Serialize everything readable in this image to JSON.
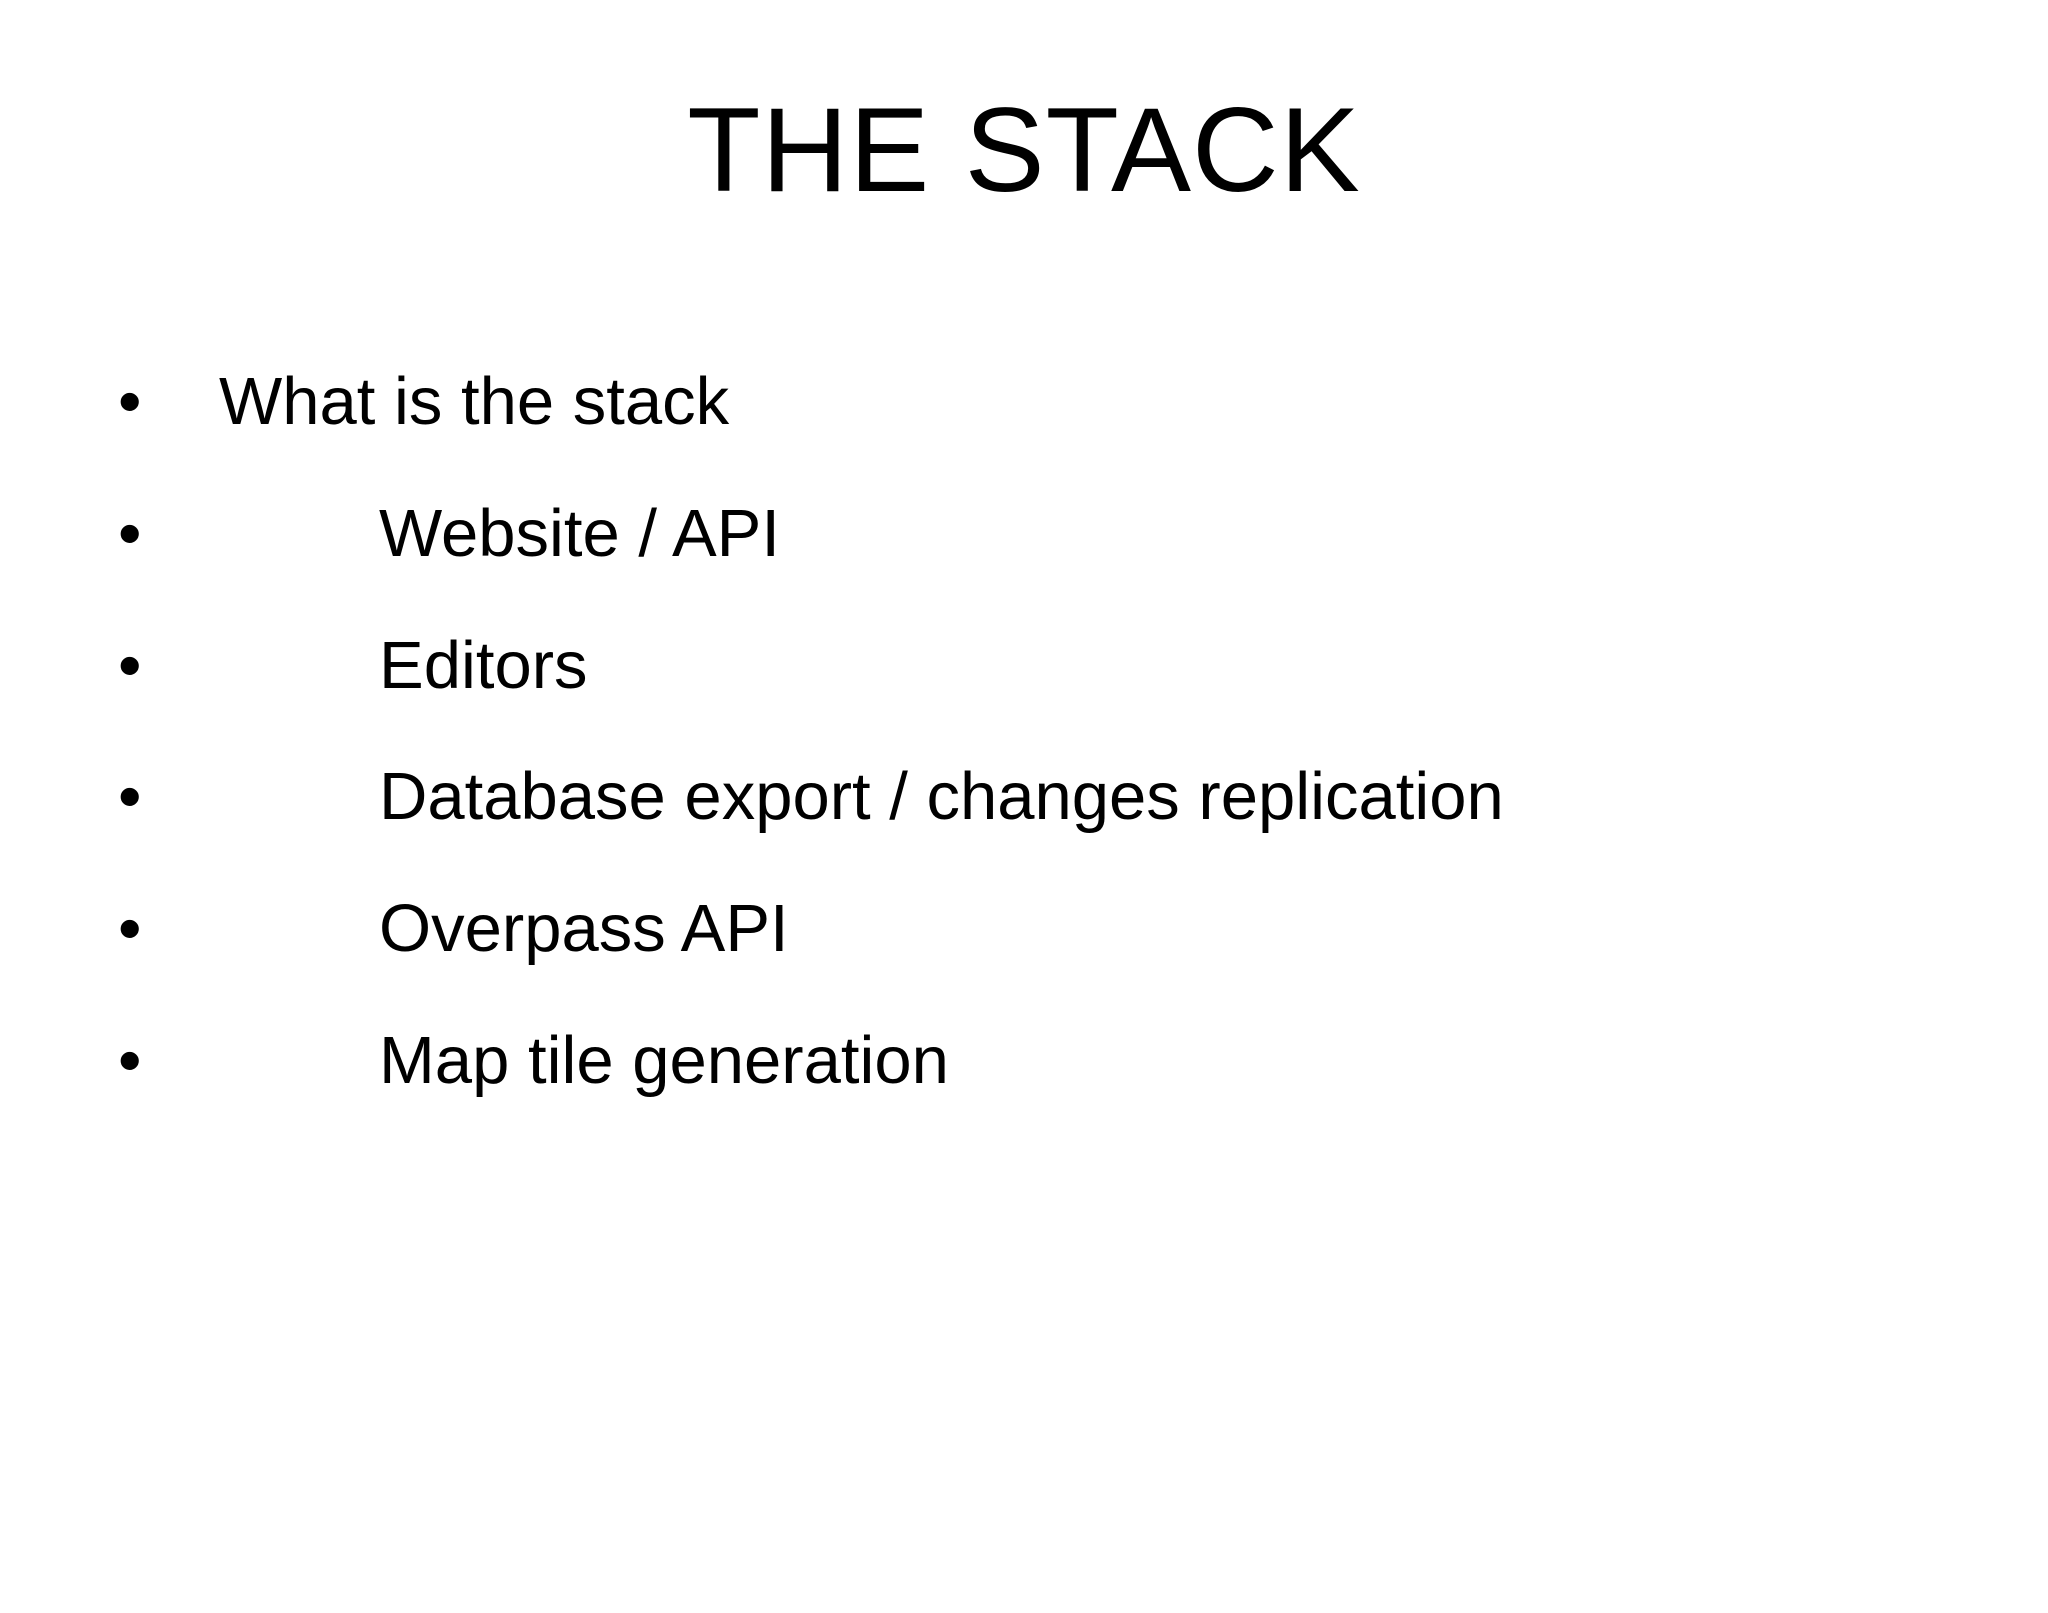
{
  "slide": {
    "title": "THE STACK",
    "bullet_char": "•",
    "bullets": [
      {
        "label": "What is the stack",
        "indent": 0
      },
      {
        "label": "Website / API",
        "indent": 1
      },
      {
        "label": "Editors",
        "indent": 1
      },
      {
        "label": "Database export / changes replication",
        "indent": 1
      },
      {
        "label": "Overpass API",
        "indent": 1
      },
      {
        "label": "Map tile generation",
        "indent": 1
      }
    ],
    "colors": {
      "background": "#ffffff",
      "text": "#000000"
    }
  }
}
